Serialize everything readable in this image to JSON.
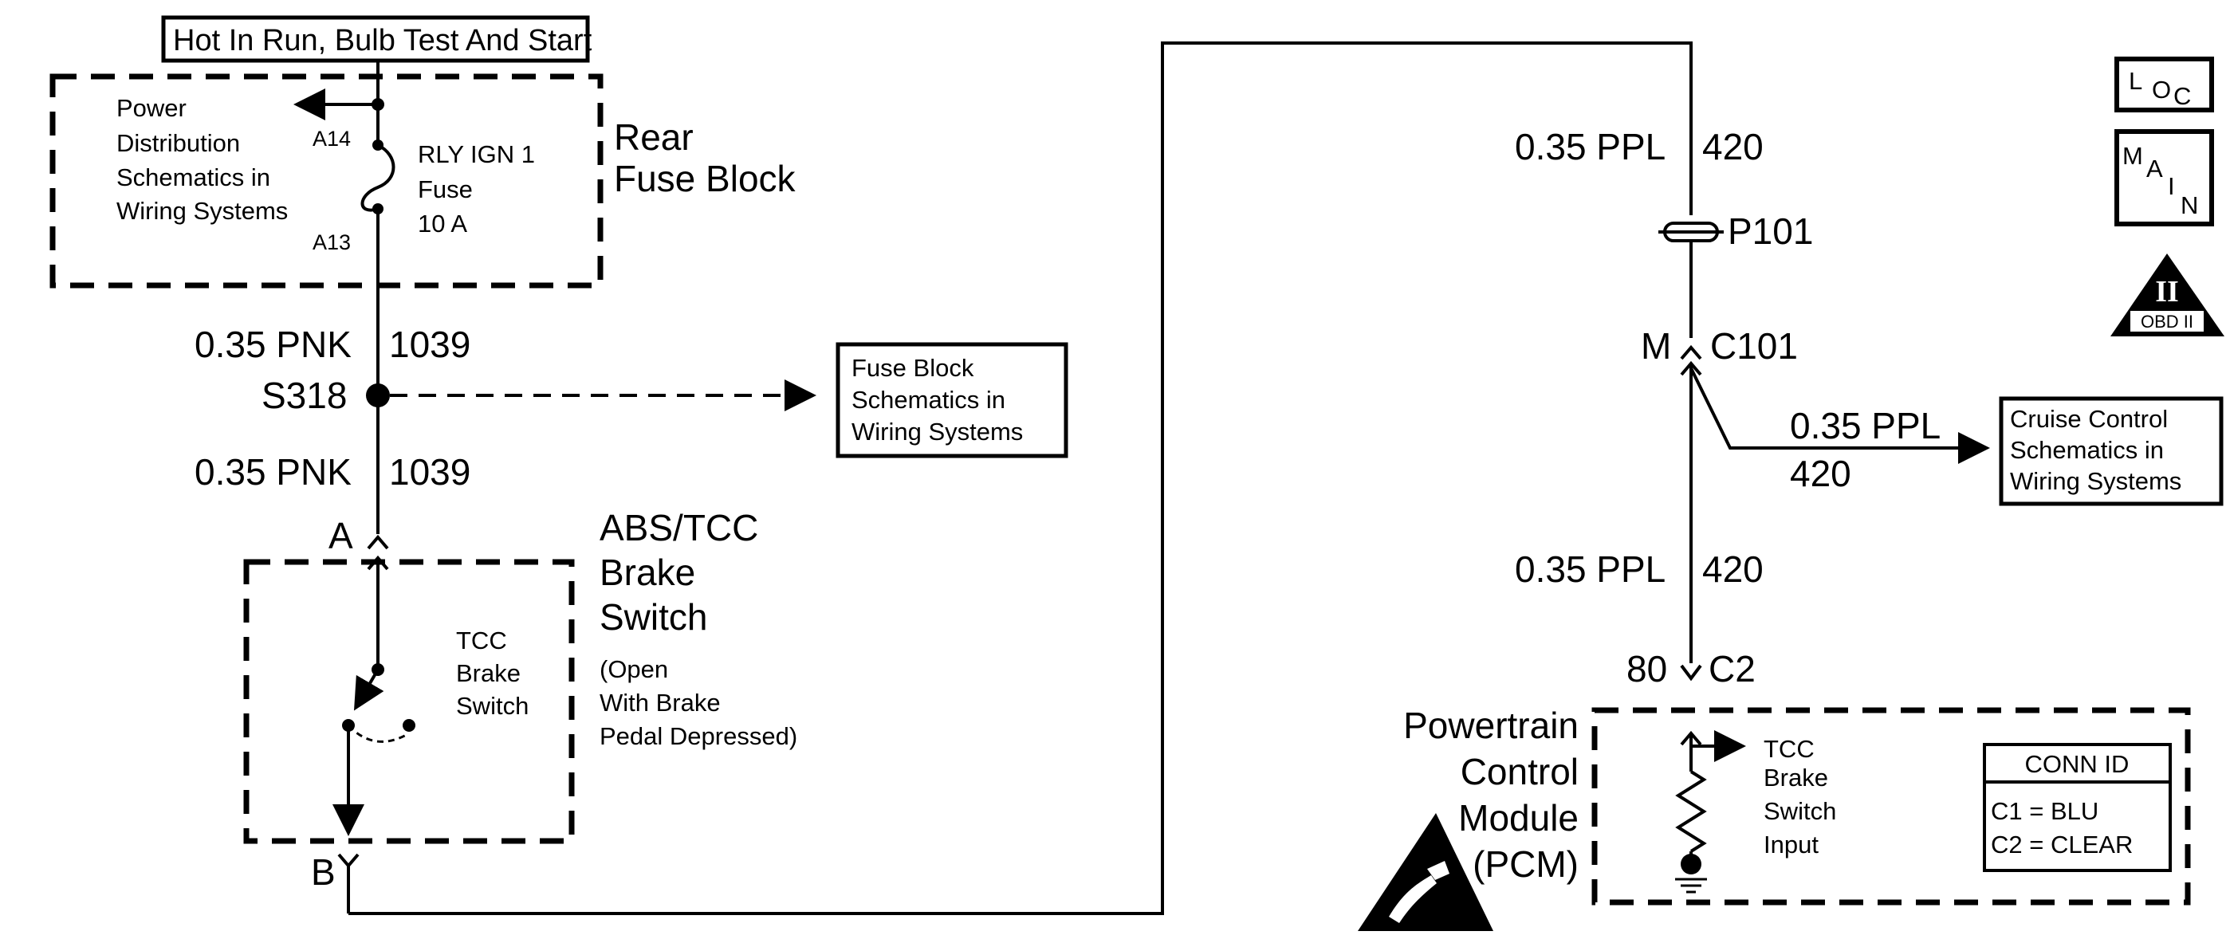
{
  "header_box": "Hot In Run, Bulb Test And Start",
  "power_dist": {
    "line1": "Power",
    "line2": "Distribution",
    "line3": "Schematics in",
    "line4": "Wiring Systems"
  },
  "pins": {
    "a14": "A14",
    "a13": "A13",
    "a": "A",
    "b": "B",
    "m": "M",
    "pin80": "80"
  },
  "fuse": {
    "line1": "RLY IGN 1",
    "line2": "Fuse",
    "line3": "10 A"
  },
  "rear_fuse_block": {
    "line1": "Rear",
    "line2": "Fuse Block"
  },
  "wires": {
    "pnk_upper": "0.35 PNK",
    "pnk_upper_circuit": "1039",
    "pnk_lower": "0.35 PNK",
    "pnk_lower_circuit": "1039",
    "ppl_upper": "0.35 PPL",
    "ppl_upper_circuit": "420",
    "ppl_branch": "0.35 PPL",
    "ppl_branch_circuit": "420",
    "ppl_lower": "0.35 PPL",
    "ppl_lower_circuit": "420"
  },
  "splice": "S318",
  "fuse_block_box": {
    "line1": "Fuse Block",
    "line2": "Schematics in",
    "line3": "Wiring Systems"
  },
  "abs_switch": {
    "line1": "ABS/TCC",
    "line2": "Brake",
    "line3": "Switch",
    "note1": "(Open",
    "note2": "With Brake",
    "note3": "Pedal Depressed)"
  },
  "inner_switch": {
    "line1": "TCC",
    "line2": "Brake",
    "line3": "Switch"
  },
  "connectors": {
    "p101": "P101",
    "c101": "C101",
    "c2": "C2"
  },
  "cruise_box": {
    "line1": "Cruise Control",
    "line2": "Schematics in",
    "line3": "Wiring Systems"
  },
  "pcm": {
    "line1": "Powertrain",
    "line2": "Control",
    "line3": "Module",
    "line4": "(PCM)"
  },
  "pcm_input": {
    "line1": "TCC",
    "line2": "Brake",
    "line3": "Switch",
    "line4": "Input"
  },
  "conn_id": {
    "title": "CONN ID",
    "row1": "C1  =  BLU",
    "row2": "C2  =  CLEAR"
  },
  "icons": {
    "loc": [
      "L",
      "O",
      "C"
    ],
    "main": [
      "M",
      "A",
      "I",
      "N"
    ],
    "obd_symbol": "II",
    "obd_label": "OBD II"
  }
}
